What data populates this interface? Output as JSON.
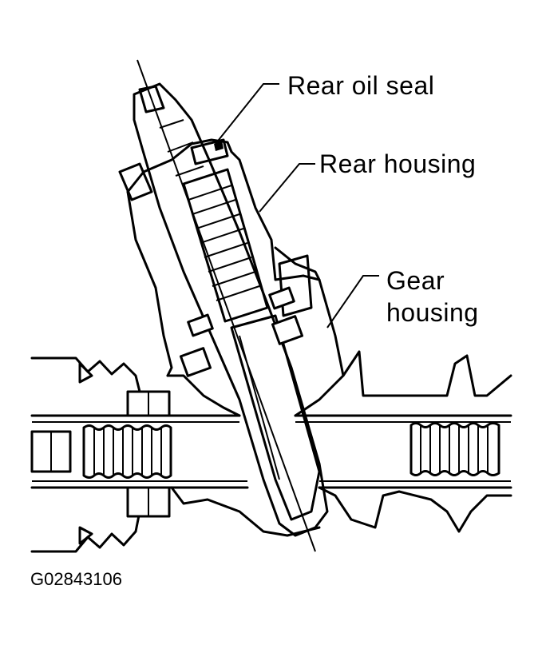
{
  "labels": {
    "rear_oil_seal": "Rear oil seal",
    "rear_housing": "Rear housing",
    "gear_housing_line1": "Gear",
    "gear_housing_line2": "housing"
  },
  "figure_code": "G02843106",
  "colors": {
    "ink": "#000000",
    "paper": "#ffffff"
  }
}
